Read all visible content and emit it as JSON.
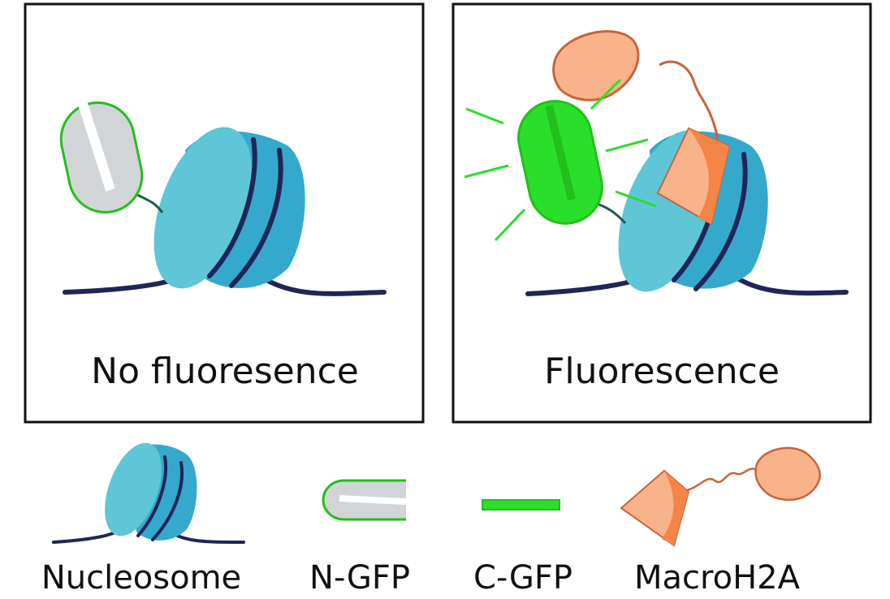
{
  "panels": {
    "left": {
      "caption": "No fluoresence"
    },
    "right": {
      "caption": "Fluorescence"
    }
  },
  "legend": {
    "nucleosome": "Nucleosome",
    "ngfp": "N-GFP",
    "cgfp": "C-GFP",
    "macroh2a": "MacroH2A"
  },
  "colors": {
    "histone_light": "#5ec6d6",
    "histone_mid": "#35a9cb",
    "dna": "#202557",
    "gfp_outline": "#22c01a",
    "gfp_fill": "#2adf2a",
    "ngfp_fill": "#d2d5d8",
    "macro_orange": "#f58447",
    "macro_light": "#f9b38a",
    "macro_outline": "#c9643a"
  }
}
